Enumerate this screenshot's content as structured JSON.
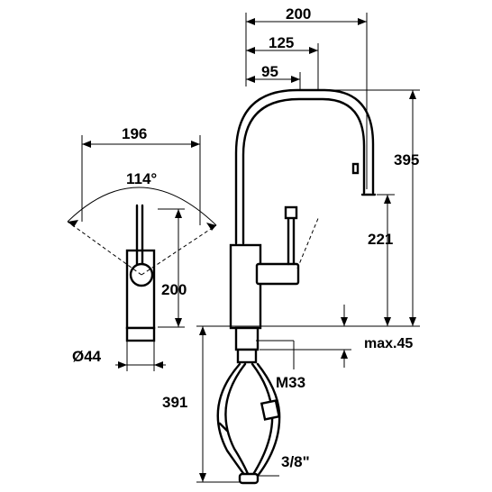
{
  "dimensions": {
    "overall_reach": "200",
    "spout_reach_mid": "125",
    "spout_reach_inner": "95",
    "total_height": "395",
    "spout_clearance": "221",
    "max_thickness": "max.45",
    "side_width": "196",
    "swivel_angle": "114°",
    "lever_height": "200",
    "base_diameter": "Ø44",
    "thread": "M33",
    "hose_length": "391",
    "hose_connector": "3/8\""
  }
}
